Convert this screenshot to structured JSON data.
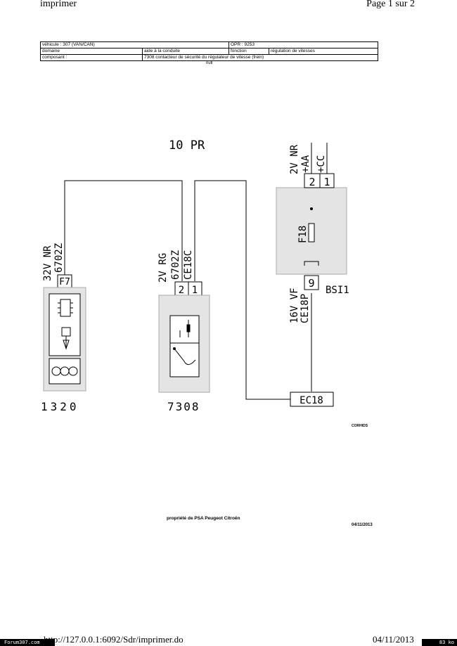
{
  "header": {
    "title": "imprimer",
    "page": "Page 1 sur 2"
  },
  "info_table": {
    "vehicule": "véhicule : 307 (VAN/CAN)",
    "opr": "OPR : 9253",
    "domaine_label": "domaine",
    "domaine_value": "aide à la conduite",
    "fonction_label": "fonction",
    "fonction_value": "régulation de vitesses",
    "composant_label": "composant :",
    "composant_value": "7308 contacteur de sécurité du régulateur de vitesse (frein)"
  },
  "null_text": "null",
  "diagram": {
    "top_label": "10 PR",
    "bsi": {
      "wire_label": "2V NR",
      "pin2_signal": "+AA",
      "pin1_signal": "+CC",
      "pin2": "2",
      "pin1": "1",
      "fuse": "F18",
      "pin9": "9",
      "name": "BSI1",
      "out_connector": "16V VF",
      "out_wire": "CE18P"
    },
    "c1320": {
      "connector": "32V NR",
      "wire": "6702Z",
      "pin": "F7",
      "name": "1320"
    },
    "c7308": {
      "connector": "2V RG",
      "wire_a": "6702Z",
      "wire_b": "CE18C",
      "pin2": "2",
      "pin1": "1",
      "name": "7308"
    },
    "ec18": "EC18"
  },
  "brand": "CORHIDS",
  "footer": {
    "property": "propriété de PSA Peugeot Citroën",
    "doc_date": "04/11/2013",
    "url": "http://127.0.0.1:6092/Sdr/imprimer.do",
    "date": "04/11/2013"
  },
  "watermark": {
    "left": "Forum307.com",
    "right": "83 ko"
  }
}
